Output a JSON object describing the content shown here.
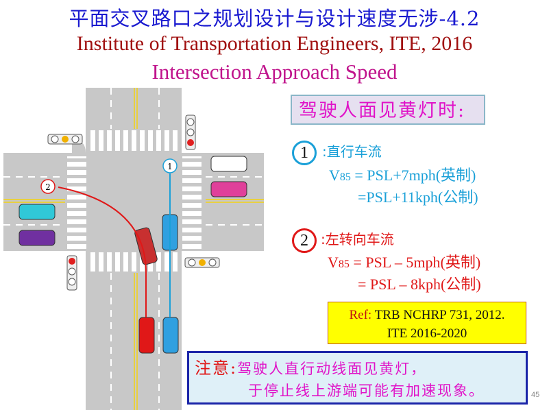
{
  "title": {
    "line1": "平面交叉路口之规划设计与设计速度无涉-4.2",
    "line2": "Institute of Transportation Engineers, ITE, 2016",
    "line3": "Intersection Approach Speed"
  },
  "yellow_heading": "驾驶人面见黄灯时:",
  "through": {
    "number": "1",
    "label": ":直行车流",
    "v": "V",
    "sub": "85",
    "eq1": " = PSL+7mph(英制)",
    "eq2": "=PSL+11kph(公制)",
    "color": "#1aa0d8"
  },
  "left_turn": {
    "number": "2",
    "label": ":左转向车流",
    "v": "V",
    "sub": "85",
    "eq1": " = PSL –  5mph(英制)",
    "eq2": "= PSL –  8kph(公制)",
    "color": "#e01818"
  },
  "ref": {
    "prefix": "Ref:",
    "line1": " TRB NCHRP 731, 2012.",
    "line2": "ITE 2016-2020"
  },
  "note": {
    "prefix": "注意:",
    "line1": "驾驶人直行动线面见黄灯，",
    "line2": "于停止线上游端可能有加速现象。"
  },
  "diagram": {
    "marker1": "1",
    "marker2": "2"
  },
  "page_number": "45"
}
